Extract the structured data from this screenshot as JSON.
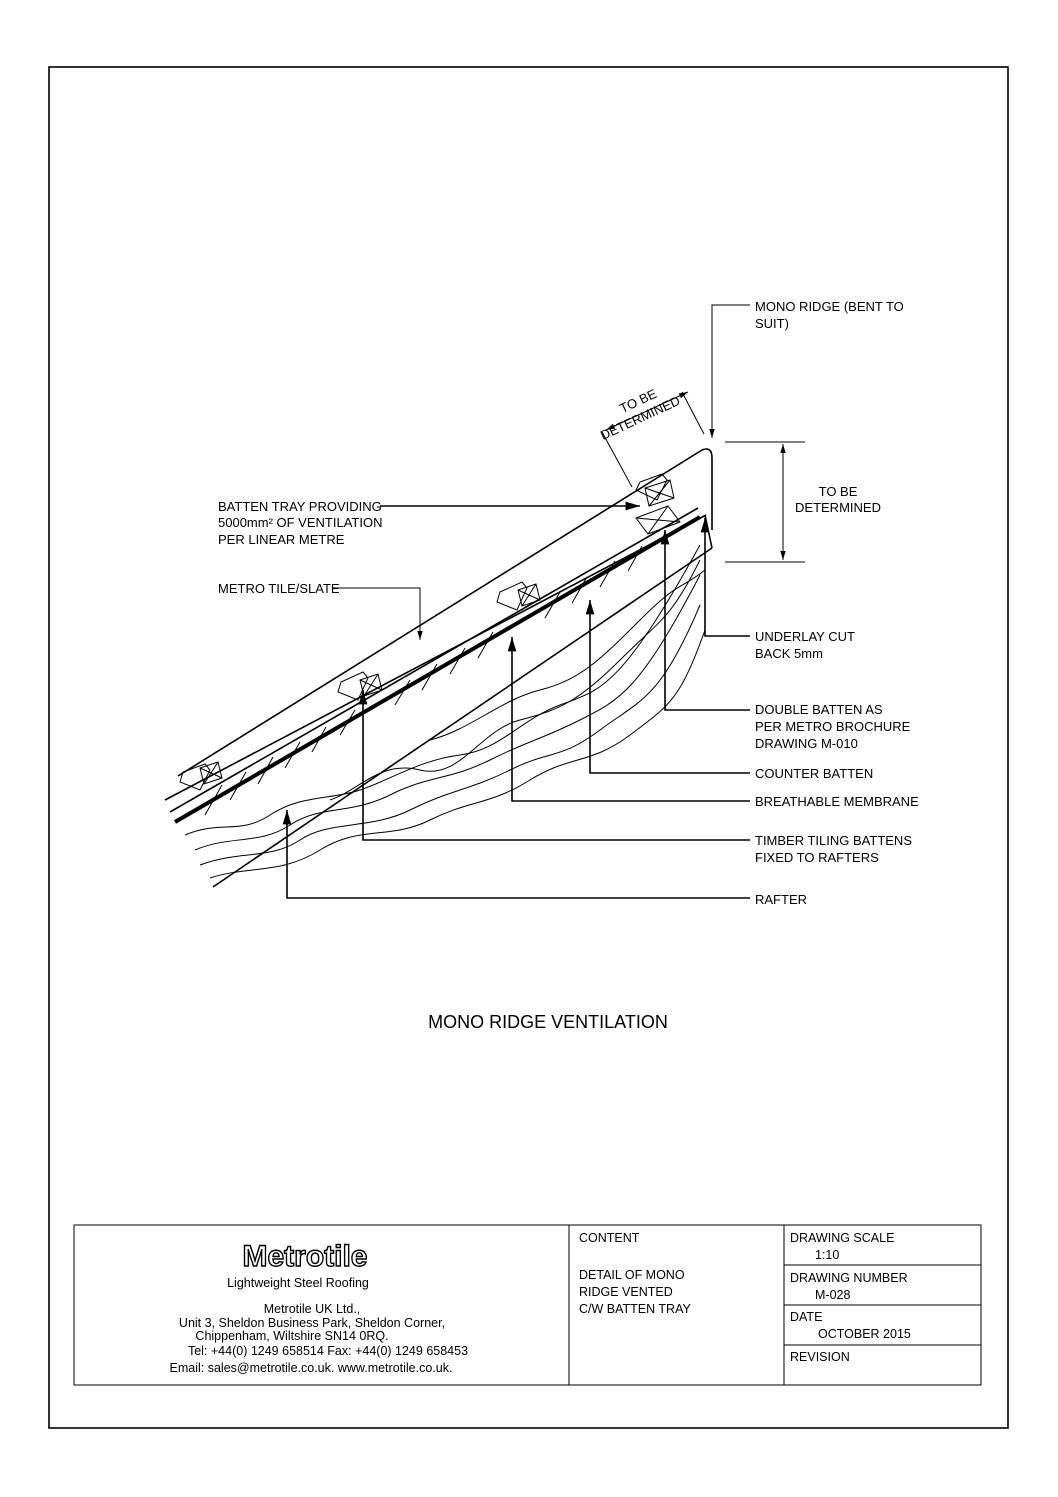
{
  "labels": {
    "mono_ridge": [
      "MONO RIDGE (BENT TO",
      "SUIT)"
    ],
    "dim_slope": [
      "TO BE",
      "DETERMINED"
    ],
    "dim_vertical": [
      "TO BE",
      "DETERMINED"
    ],
    "batten_tray": [
      "BATTEN TRAY PROVIDING",
      "5000mm² OF VENTILATION",
      "PER LINEAR METRE"
    ],
    "metro_tile": "METRO TILE/SLATE",
    "underlay": [
      "UNDERLAY CUT",
      "BACK 5mm"
    ],
    "double_batten": [
      "DOUBLE BATTEN AS",
      "PER METRO BROCHURE",
      "DRAWING M-010"
    ],
    "counter_batten": "COUNTER BATTEN",
    "breathable_membrane": "BREATHABLE MEMBRANE",
    "timber_battens": [
      "TIMBER TILING BATTENS",
      "FIXED TO RAFTERS"
    ],
    "rafter": "RAFTER"
  },
  "drawing_title": "MONO RIDGE VENTILATION",
  "title_block": {
    "logo": "Metrotile",
    "tagline": "Lightweight Steel Roofing",
    "address": [
      "Metrotile UK Ltd.,",
      "Unit 3, Sheldon Business Park, Sheldon Corner,",
      "Chippenham, Wiltshire SN14 0RQ.",
      "Tel:  +44(0) 1249 658514   Fax:  +44(0) 1249 658453",
      "Email:  sales@metrotile.co.uk.    www.metrotile.co.uk."
    ],
    "content_heading": "CONTENT",
    "content": [
      "DETAIL OF MONO",
      "RIDGE VENTED",
      "C/W BATTEN TRAY"
    ],
    "scale_label": "DRAWING SCALE",
    "scale": "1:10",
    "number_label": "DRAWING NUMBER",
    "number": "M-028",
    "date_label": "DATE",
    "date": "OCTOBER 2015",
    "revision_label": "REVISION"
  }
}
